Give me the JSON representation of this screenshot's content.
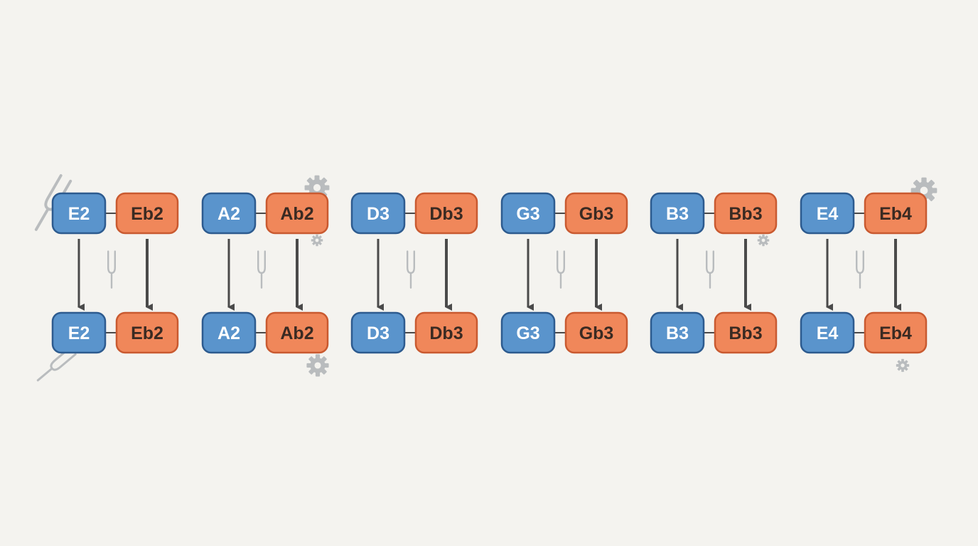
{
  "colors": {
    "background": "#f4f3ef",
    "standard_fill": "#5a94cc",
    "standard_stroke": "#2d5b8f",
    "standard_text": "#ffffff",
    "flat_fill": "#f0875a",
    "flat_stroke": "#c95a30",
    "flat_text": "#3a2a22",
    "arrow": "#4a4a4a",
    "decoration": "#b9bcbe"
  },
  "strings": [
    {
      "top": {
        "standard": "E2",
        "flat": "Eb2"
      },
      "bottom": {
        "standard": "E2",
        "flat": "Eb2"
      }
    },
    {
      "top": {
        "standard": "A2",
        "flat": "Ab2"
      },
      "bottom": {
        "standard": "A2",
        "flat": "Ab2"
      }
    },
    {
      "top": {
        "standard": "D3",
        "flat": "Db3"
      },
      "bottom": {
        "standard": "D3",
        "flat": "Db3"
      }
    },
    {
      "top": {
        "standard": "G3",
        "flat": "Gb3"
      },
      "bottom": {
        "standard": "G3",
        "flat": "Gb3"
      }
    },
    {
      "top": {
        "standard": "B3",
        "flat": "Bb3"
      },
      "bottom": {
        "standard": "B3",
        "flat": "Bb3"
      }
    },
    {
      "top": {
        "standard": "E4",
        "flat": "Eb4"
      },
      "bottom": {
        "standard": "E4",
        "flat": "Eb4"
      }
    }
  ],
  "decorations": {
    "tuning_fork_icon": "tuning-fork-icon",
    "gear_icon": "gear-icon"
  }
}
